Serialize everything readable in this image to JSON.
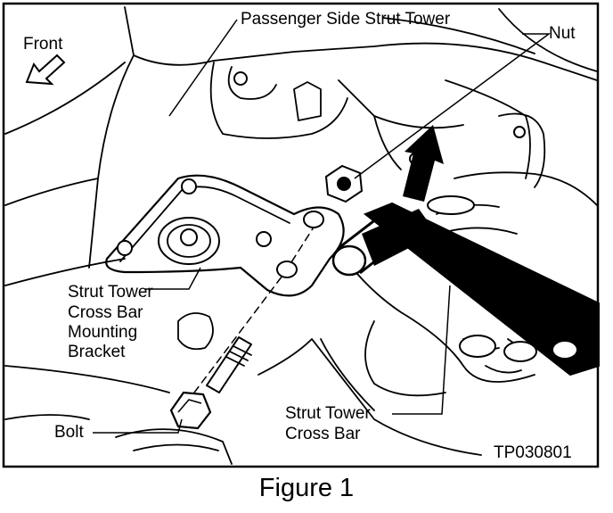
{
  "labels": {
    "front": "Front",
    "passenger_side_strut_tower": "Passenger Side Strut Tower",
    "nut": "Nut",
    "bracket_line1": "Strut Tower",
    "bracket_line2": "Cross Bar",
    "bracket_line3": "Mounting",
    "bracket_line4": "Bracket",
    "bolt": "Bolt",
    "crossbar_line1": "Strut Tower",
    "crossbar_line2": "Cross Bar",
    "figure_code": "TP030801"
  },
  "caption": "Figure 1",
  "colors": {
    "ink": "#000000",
    "paper": "#ffffff"
  }
}
